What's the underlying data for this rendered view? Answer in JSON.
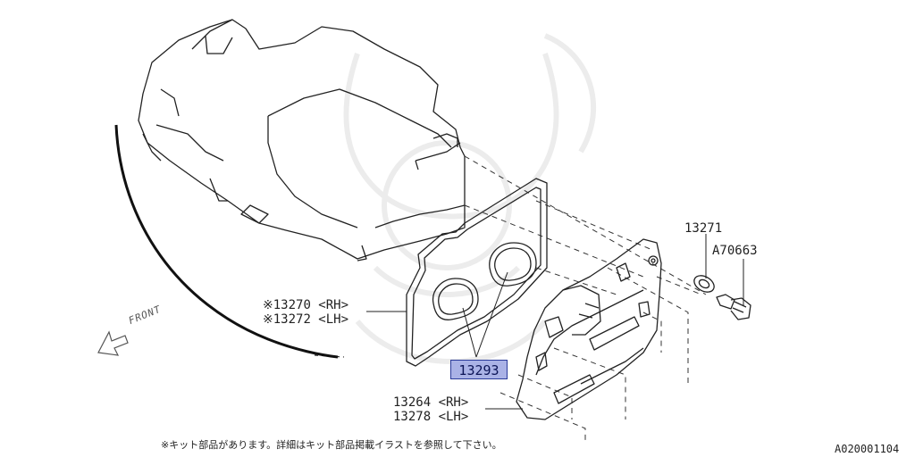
{
  "parts": {
    "valve_cover_gasket": {
      "rh": "※13270 <RH>",
      "lh": "※13272 <LH>"
    },
    "plug_tube_gasket": {
      "number": "13293"
    },
    "valve_cover": {
      "rh": "13264 <RH>",
      "lh": "13278 <LH>"
    },
    "washer": {
      "number": "13271"
    },
    "bolt": {
      "number": "A70663"
    }
  },
  "direction": {
    "label": "FRONT"
  },
  "footnote": "※キット部品があります。詳細はキット部品掲載イラストを参照して下さい。",
  "diagram_code": "A020001104",
  "colors": {
    "callout_fill": "#aab2e6",
    "callout_border": "#2a3a9a",
    "line": "#222222"
  }
}
